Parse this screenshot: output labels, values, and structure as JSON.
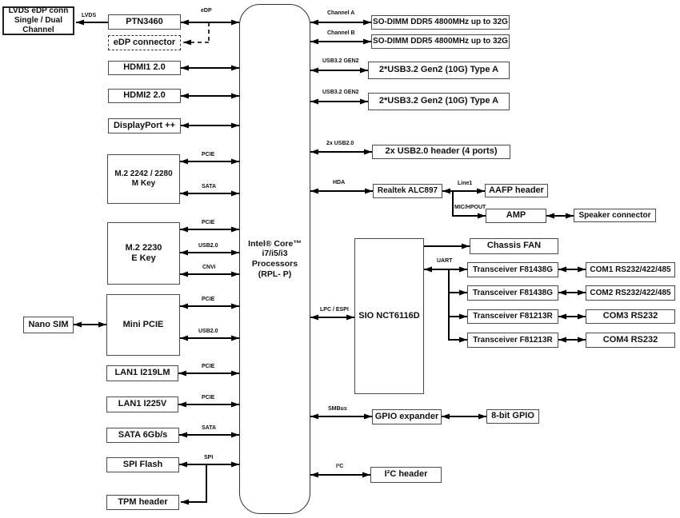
{
  "boxes": {
    "lvds_edp": "LVDS eDP conn\nSingle / Dual\nChannel",
    "ptn3460": "PTN3460",
    "edp_connector": "eDP connector",
    "hdmi1": "HDMI1 2.0",
    "hdmi2": "HDMI2 2.0",
    "displayport": "DisplayPort ++",
    "m2_mkey": "M.2 2242 / 2280\nM Key",
    "m2_ekey": "M.2 2230\nE Key",
    "mini_pcie": "Mini PCIE",
    "nano_sim": "Nano SIM",
    "lan1_i219lm": "LAN1 I219LM",
    "lan1_i225v": "LAN1 I225V",
    "sata_6gb": "SATA 6Gb/s",
    "spi_flash": "SPI Flash",
    "tpm_header": "TPM header",
    "cpu": "Intel® Core™\ni7/i5/i3\nProcessors\n(RPL- P)",
    "sodimm_a": "SO-DIMM DDR5 4800MHz up to 32G",
    "sodimm_b": "SO-DIMM DDR5 4800MHz up to 32G",
    "usb32_1": "2*USB3.2 Gen2 (10G) Type A",
    "usb32_2": "2*USB3.2 Gen2 (10G) Type A",
    "usb20_header": "2x USB2.0 header (4 ports)",
    "alc897": "Realtek ALC897",
    "aafp_header": "AAFP header",
    "amp": "AMP",
    "speaker_connector": "Speaker connector",
    "sio": "SIO NCT6116D",
    "chassis_fan": "Chassis FAN",
    "transceiver1": "Transceiver F81438G",
    "transceiver2": "Transceiver F81438G",
    "transceiver3": "Transceiver F81213R",
    "transceiver4": "Transceiver F81213R",
    "com1": "COM1 RS232/422/485",
    "com2": "COM2 RS232/422/485",
    "com3": "COM3 RS232",
    "com4": "COM4 RS232",
    "gpio_expander": "GPIO expander",
    "gpio_8bit": "8-bit GPIO",
    "i2c_header": "I²C header"
  },
  "bus_labels": {
    "lvds": "LVDS",
    "edp": "eDP",
    "channel_a": "Channel A",
    "channel_b": "Channel B",
    "usb32_gen2_a": "USB3.2 GEN2",
    "usb32_gen2_b": "USB3.2 GEN2",
    "usb20_2x": "2x USB2.0",
    "hda": "HDA",
    "line1": "Line1",
    "mic_hpout": "MIC/HPOUT",
    "pcie_m2m": "PCIE",
    "sata_m2m": "SATA",
    "pcie_m2e": "PCIE",
    "usb20_m2e": "USB2.0",
    "cnvi": "CNVi",
    "pcie_minipcie": "PCIE",
    "usb20_minipcie": "USB2.0",
    "pcie_lan219": "PCIE",
    "pcie_lan225": "PCIE",
    "sata_sata6": "SATA",
    "spi": "SPI",
    "lpc_espi": "LPC / ESPI",
    "uart": "UART",
    "smbus": "SMBus",
    "i2c": "I²C"
  },
  "colors": {
    "line": "#000000",
    "text": "#111111",
    "box_border": "#4a4a4a",
    "background": "#ffffff"
  }
}
